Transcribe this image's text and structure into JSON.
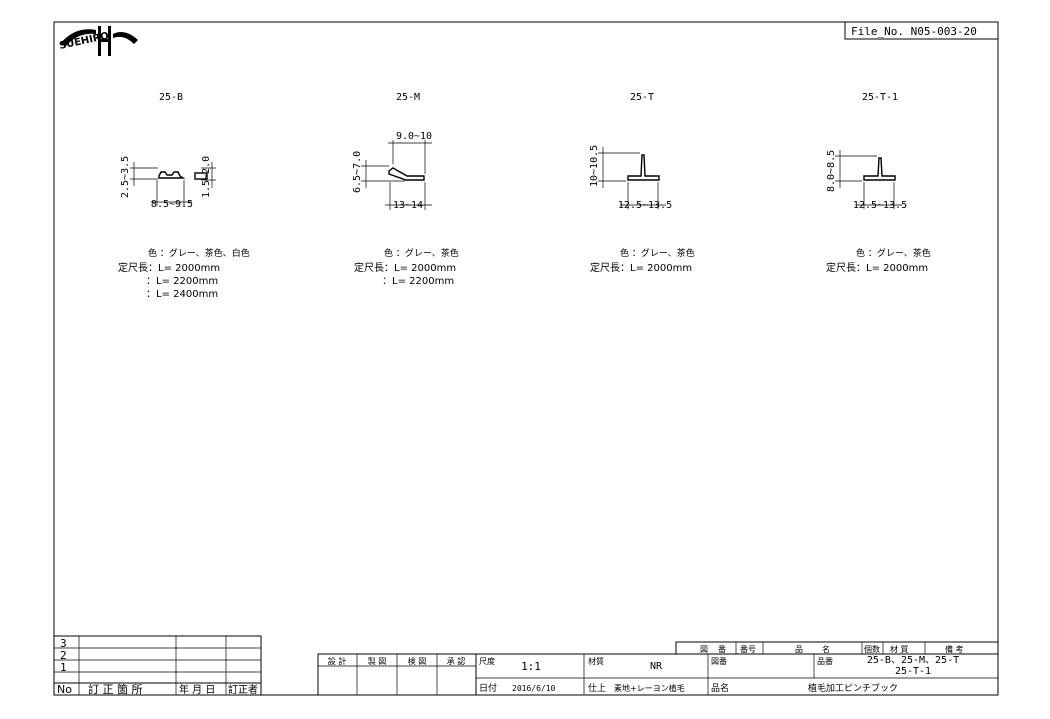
{
  "file_no": "File_No. N05-003-20",
  "logo": {
    "text": "SUEHIRO"
  },
  "parts": [
    {
      "title": "25-B",
      "dims": {
        "height_left": "2.5~3.5",
        "height_right": "1.5~2.0",
        "width": "8.5~9.5"
      },
      "notes": [
        "色 ：グレー、茶色、白色",
        "定尺長：L= 2000mm",
        "：L= 2200mm",
        "：L= 2400mm"
      ]
    },
    {
      "title": "25-M",
      "dims": {
        "top": "9.0~10",
        "height_left": "6.5~7.0",
        "width": "13~14"
      },
      "notes": [
        "色 ：グレー、茶色",
        "定尺長：L= 2000mm",
        "：L= 2200mm"
      ]
    },
    {
      "title": "25-T",
      "dims": {
        "height_left": "10~10.5",
        "width": "12.5~13.5"
      },
      "notes": [
        "色 ：グレー、茶色",
        "定尺長：L= 2000mm"
      ]
    },
    {
      "title": "25-T-1",
      "dims": {
        "height_left": "8.0~8.5",
        "width": "12.5~13.5"
      },
      "notes": [
        "色 ：グレー、茶色",
        "定尺長：L= 2000mm"
      ]
    }
  ],
  "revision_table": {
    "rows": [
      "3",
      "2",
      "1"
    ],
    "headers": [
      "No",
      "訂 正 箇 所",
      "年 月 日",
      "訂正者"
    ]
  },
  "title_block": {
    "approvals": [
      "設 計",
      "製 図",
      "検 図",
      "承 認"
    ],
    "scale_label": "尺度",
    "scale_value": "1:1",
    "date_label": "日付",
    "date_value": "2016/6/10",
    "material_label": "材質",
    "material_value": "NR",
    "finish_label": "仕上",
    "finish_value": "素地+レーヨン植毛",
    "drawing_no_label": "図番",
    "product_no_label": "品番",
    "product_no_value_1": "25-B、25-M、25-T",
    "product_no_value_2": "25-T-1",
    "product_name_label": "品名",
    "product_name_value": "植毛加工ピンチブック",
    "parts_header": [
      "図",
      "番",
      "番号",
      "品",
      "名",
      "個数",
      "材 質",
      "備 考"
    ]
  }
}
